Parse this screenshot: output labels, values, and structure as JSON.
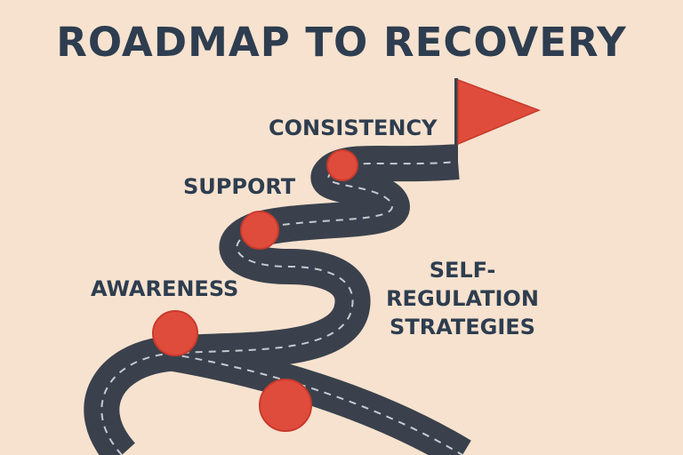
{
  "title": "ROADMAP TO RECOVERY",
  "milestones": {
    "consistency": "CONSISTENCY",
    "support": "SUPPORT",
    "self_regulation_line1": "SELF-REGULATION",
    "self_regulation_line2": "STRATEGIES",
    "awareness": "AWARENESS"
  },
  "colors": {
    "background": "#f6e2cf",
    "road": "#3a414c",
    "road_dash": "#d2d4d8",
    "marker": "#e04c3c",
    "flag": "#e04c3c",
    "text": "#2e3d4f"
  },
  "icons": {
    "flag": "flag-icon",
    "milestone": "milestone-marker"
  }
}
